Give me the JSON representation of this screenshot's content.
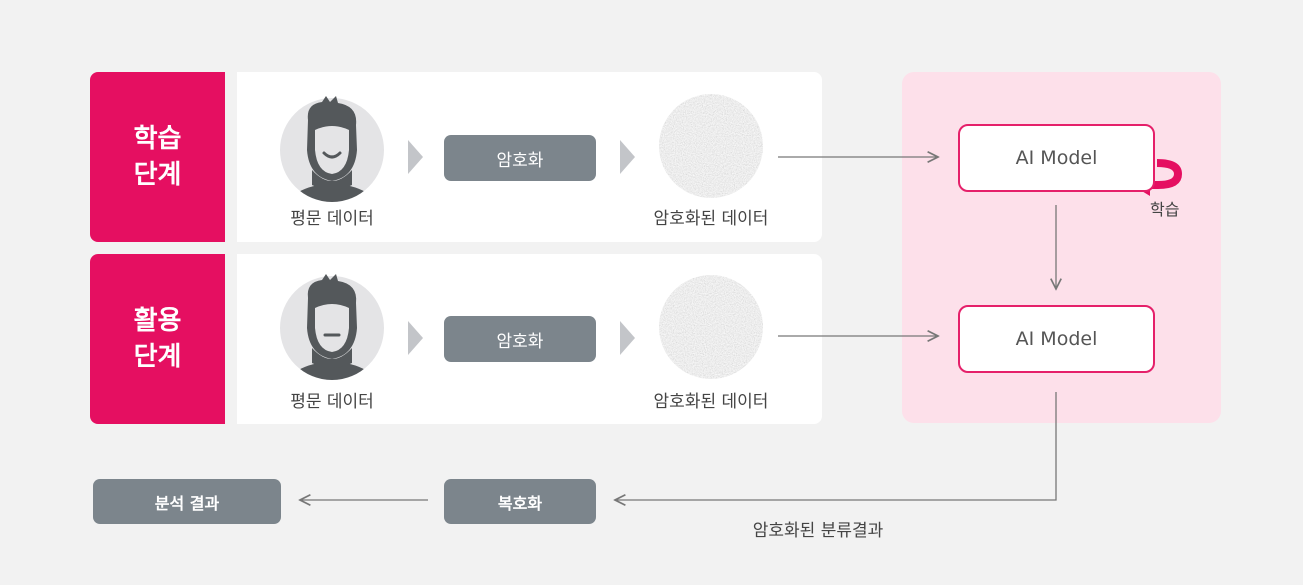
{
  "stages": [
    {
      "label_line1": "학습",
      "label_line2": "단계",
      "source_label": "평문 데이터",
      "action_label": "암호화",
      "result_label": "암호화된 데이터"
    },
    {
      "label_line1": "활용",
      "label_line2": "단계",
      "source_label": "평문 데이터",
      "action_label": "암호화",
      "result_label": "암호화된 데이터"
    }
  ],
  "model": {
    "top_label": "AI Model",
    "bottom_label": "AI Model",
    "loop_label": "학습"
  },
  "output": {
    "decrypt_label": "복호화",
    "result_label": "분석 결과",
    "flow_label": "암호화된 분류결과"
  },
  "colors": {
    "accent": "#e50f61",
    "panel_pink": "#fde0ea",
    "pill": "#7c858c",
    "background": "#f2f2f2"
  }
}
